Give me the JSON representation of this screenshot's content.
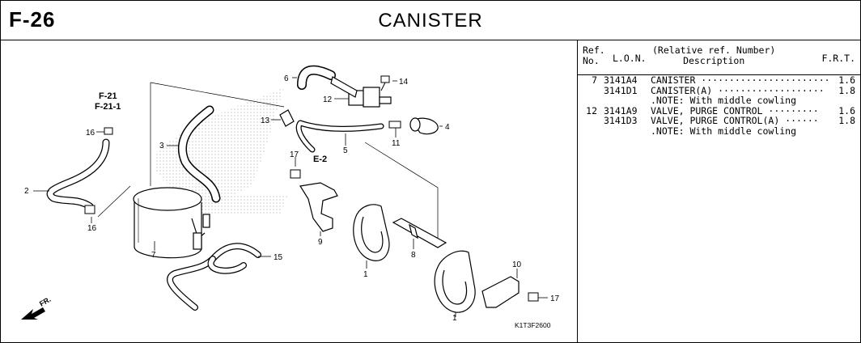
{
  "header": {
    "section_code": "F-26",
    "title": "CANISTER"
  },
  "diagram": {
    "image_code": "K1T3F2600",
    "fr_label": "FR.",
    "refs": {
      "f21": "F-21",
      "f211": "F-21-1",
      "e2": "E-2"
    },
    "callouts": {
      "c1a": "1",
      "c1b": "1",
      "c2": "2",
      "c3": "3",
      "c4": "4",
      "c5": "5",
      "c6": "6",
      "c7": "7",
      "c8": "8",
      "c9": "9",
      "c10": "10",
      "c11": "11",
      "c12": "12",
      "c13": "13",
      "c14": "14",
      "c15": "15",
      "c16a": "16",
      "c16b": "16",
      "c17a": "17",
      "c17b": "17"
    }
  },
  "parts_list": {
    "headers": {
      "ref": "Ref.\nNo.",
      "lon": "L.O.N.",
      "desc": "(Relative ref. Number)\nDescription",
      "frt": "F.R.T."
    },
    "rows": [
      {
        "ref": "7",
        "lon": "3141A4",
        "desc": "CANISTER ·······················",
        "frt": "1.6"
      },
      {
        "ref": "",
        "lon": "3141D1",
        "desc": "CANISTER(A) ···················",
        "frt": "1.8"
      },
      {
        "ref": "",
        "lon": "",
        "desc": ".NOTE: With middle cowling",
        "frt": ""
      },
      {
        "ref": "12",
        "lon": "3141A9",
        "desc": "VALVE, PURGE CONTROL ·········",
        "frt": "1.6"
      },
      {
        "ref": "",
        "lon": "3141D3",
        "desc": "VALVE, PURGE CONTROL(A) ······",
        "frt": "1.8"
      },
      {
        "ref": "",
        "lon": "",
        "desc": ".NOTE: With middle cowling",
        "frt": ""
      }
    ]
  }
}
